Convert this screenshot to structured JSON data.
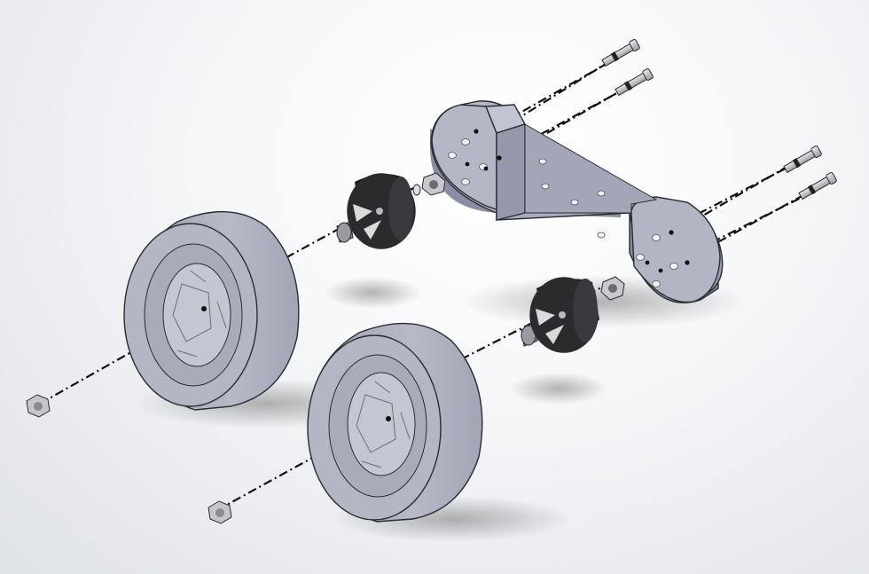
{
  "scene": {
    "colors": {
      "background": "#eceef1",
      "body_part": "#a8abbb",
      "body_dark": "#7d8094",
      "tire": "#b9bbc9",
      "hub": "#2b2b2e",
      "fastener": "#cfcfd2",
      "axis_line": "#111111"
    },
    "components": [
      "chassis-plate",
      "wheel-front-left",
      "wheel-front-right",
      "hub-left",
      "hub-right",
      "bolts",
      "nuts"
    ]
  }
}
